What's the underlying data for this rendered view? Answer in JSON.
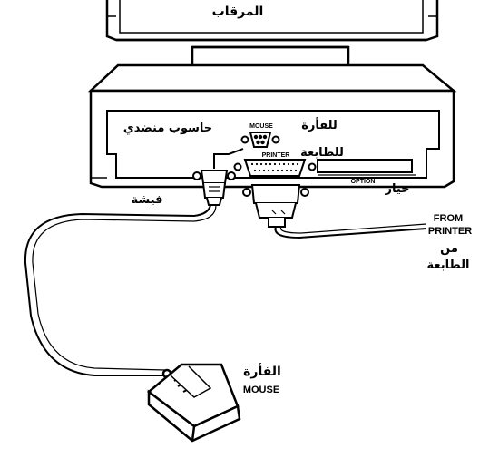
{
  "labels": {
    "monitor": "المرقاب",
    "computer": "حاسوب منضدي",
    "mouse_port_ar": "للفأرة",
    "mouse_port_en": "MOUSE",
    "printer_port_ar": "للطابعة",
    "printer_port_en": "PRINTER",
    "option_en": "OPTION",
    "option_ar": "خيار",
    "plug": "فيشة",
    "from_printer_line1": "FROM",
    "from_printer_line2": "PRINTER",
    "from_printer_ar_line1": "من",
    "from_printer_ar_line2": "الطابعة",
    "mouse_ar": "الفأرة",
    "mouse_en": "MOUSE"
  },
  "colors": {
    "ink": "#000000",
    "paper": "#ffffff"
  }
}
